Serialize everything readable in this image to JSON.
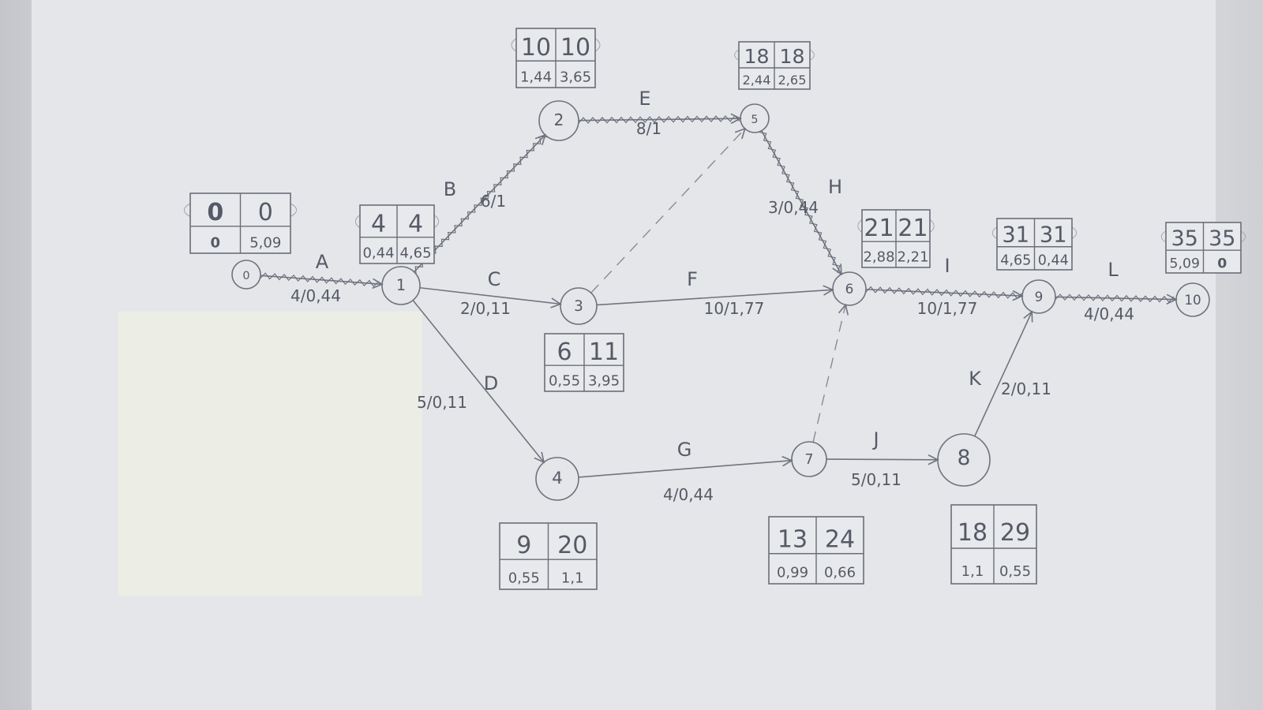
{
  "network": {
    "nodes": [
      {
        "id": "n0",
        "label": "0"
      },
      {
        "id": "n1",
        "label": "1"
      },
      {
        "id": "n2",
        "label": "2"
      },
      {
        "id": "n3",
        "label": "3"
      },
      {
        "id": "n4",
        "label": "4"
      },
      {
        "id": "n5",
        "label": "5"
      },
      {
        "id": "n6",
        "label": "6"
      },
      {
        "id": "n7",
        "label": "7"
      },
      {
        "id": "n8",
        "label": "8"
      },
      {
        "id": "n9",
        "label": "9"
      },
      {
        "id": "n10",
        "label": "10"
      }
    ],
    "activities": [
      {
        "id": "A",
        "from": "n0",
        "to": "n1",
        "label": "A",
        "value": "4/0,44",
        "critical": true
      },
      {
        "id": "B",
        "from": "n1",
        "to": "n2",
        "label": "B",
        "value": "6/1",
        "critical": true
      },
      {
        "id": "C",
        "from": "n1",
        "to": "n3",
        "label": "C",
        "value": "2/0,11",
        "critical": false
      },
      {
        "id": "D",
        "from": "n1",
        "to": "n4",
        "label": "D",
        "value": "5/0,11",
        "critical": false
      },
      {
        "id": "E",
        "from": "n2",
        "to": "n5",
        "label": "E",
        "value": "8/1",
        "critical": true
      },
      {
        "id": "F",
        "from": "n3",
        "to": "n6",
        "label": "F",
        "value": "10/1,77",
        "critical": false
      },
      {
        "id": "G",
        "from": "n4",
        "to": "n7",
        "label": "G",
        "value": "4/0,44",
        "critical": false
      },
      {
        "id": "H",
        "from": "n5",
        "to": "n6",
        "label": "H",
        "value": "3/0,44",
        "critical": true
      },
      {
        "id": "I",
        "from": "n6",
        "to": "n9",
        "label": "I",
        "value": "10/1,77",
        "critical": true
      },
      {
        "id": "J",
        "from": "n7",
        "to": "n8",
        "label": "J",
        "value": "5/0,11",
        "critical": false
      },
      {
        "id": "K",
        "from": "n8",
        "to": "n9",
        "label": "K",
        "value": "2/0,11",
        "critical": false
      },
      {
        "id": "L",
        "from": "n9",
        "to": "n10",
        "label": "L",
        "value": "4/0,44",
        "critical": true
      }
    ],
    "dummies": [
      {
        "from": "n3",
        "to": "n5"
      },
      {
        "from": "n7",
        "to": "n6"
      }
    ],
    "time_boxes": [
      {
        "node": "n0",
        "es": "0",
        "lf": "0",
        "var_e": "0",
        "var_l": "5,09",
        "marked": true
      },
      {
        "node": "n1",
        "es": "4",
        "lf": "4",
        "var_e": "0,44",
        "var_l": "4,65",
        "marked": false
      },
      {
        "node": "n2",
        "es": "10",
        "lf": "10",
        "var_e": "1,44",
        "var_l": "3,65",
        "marked": false
      },
      {
        "node": "n5",
        "es": "18",
        "lf": "18",
        "var_e": "2,44",
        "var_l": "2,65",
        "marked": false
      },
      {
        "node": "n3",
        "es": "6",
        "lf": "11",
        "var_e": "0,55",
        "var_l": "3,95",
        "marked": false
      },
      {
        "node": "n6",
        "es": "21",
        "lf": "21",
        "var_e": "2,88",
        "var_l": "2,21",
        "marked": false
      },
      {
        "node": "n9",
        "es": "31",
        "lf": "31",
        "var_e": "4,65",
        "var_l": "0,44",
        "marked": false
      },
      {
        "node": "n10",
        "es": "35",
        "lf": "35",
        "var_e": "5,09",
        "var_l": "0",
        "marked": true
      },
      {
        "node": "n4",
        "es": "9",
        "lf": "20",
        "var_e": "0,55",
        "var_l": "1,1",
        "marked": false
      },
      {
        "node": "n7",
        "es": "13",
        "lf": "24",
        "var_e": "0,99",
        "var_l": "0,66",
        "marked": false
      },
      {
        "node": "n8",
        "es": "18",
        "lf": "29",
        "var_e": "1,1",
        "var_l": "0,55",
        "marked": false
      }
    ]
  },
  "colors": {
    "ink": "#6e727d",
    "marked_ink": "#7a2a3a",
    "paper": "#e4e5e8",
    "sticky_note": "#eceee6"
  }
}
